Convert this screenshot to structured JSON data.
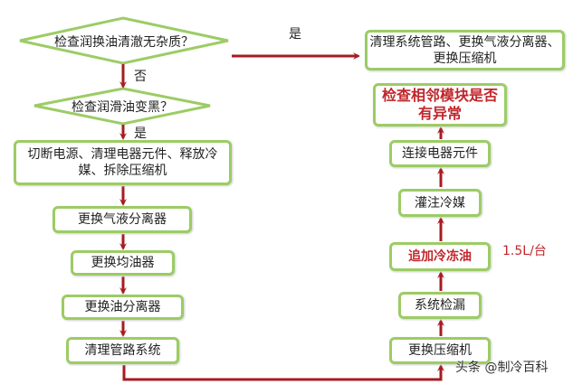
{
  "decisions": [
    {
      "text": "检查润换油清澈无杂质？"
    },
    {
      "text": "检查润滑油变黑？"
    }
  ],
  "labels": {
    "yes1": "是",
    "no1": "否",
    "yes2": "是",
    "oil_amount": "1.5L/台"
  },
  "left_steps": [
    "切断电源、清理电器元件、释放冷媒、拆除压缩机",
    "更换气液分离器",
    "更换均油器",
    "更换油分离器",
    "清理管路系统"
  ],
  "yes_result": "清理系统管路、更换气液分离器、更换压缩机",
  "right_steps": [
    "更换压缩机",
    "系统检漏",
    "追加冷冻油",
    "灌注冷媒",
    "连接电器元件",
    "检查相邻模块是否有异常"
  ],
  "watermark": "头条 @制冷百科",
  "colors": {
    "border": "#9ccc65",
    "arrow": "#a51c22",
    "highlight": "#c0262b"
  }
}
